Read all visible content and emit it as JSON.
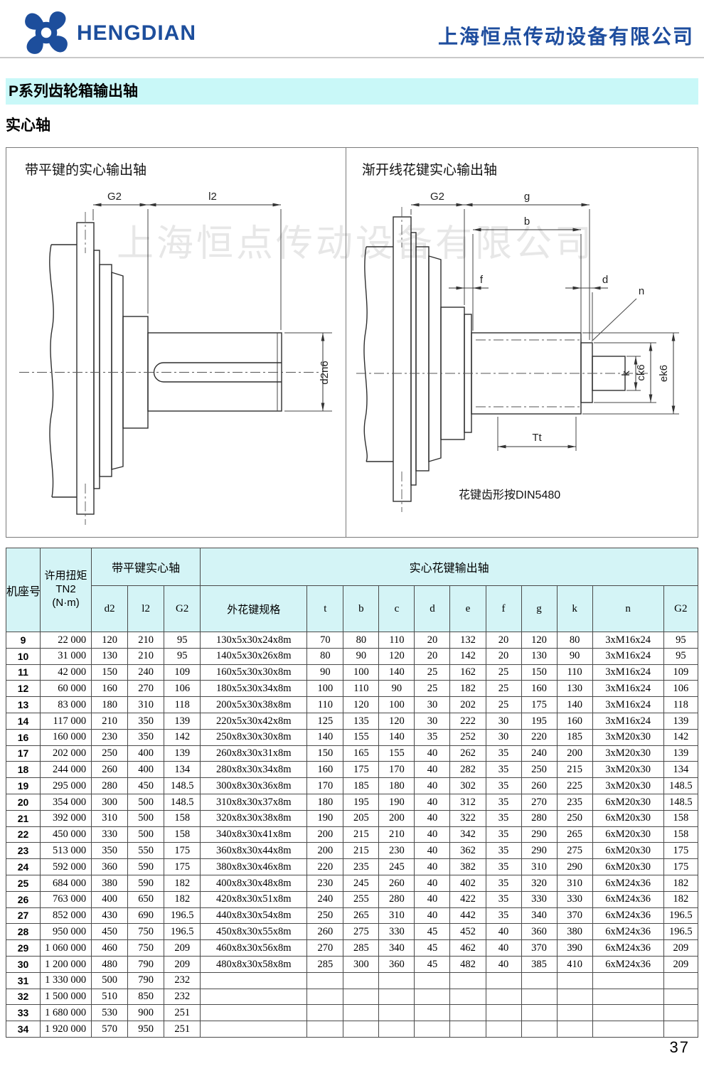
{
  "header": {
    "logo_text": "HENGDIAN",
    "company_name": "上海恒点传动设备有限公司",
    "brand_blue": "#1d4e9c"
  },
  "page": {
    "section_title": "P系列齿轮箱输出轴",
    "subsection_title": "实心轴",
    "watermark": "上海恒点传动设备有限公司",
    "page_number": "37",
    "banner_color": "#c9f8f8",
    "table_header_color": "#d4f4f6"
  },
  "drawings": {
    "left": {
      "title": "带平键的实心输出轴",
      "dims": {
        "g2": "G2",
        "l2": "l2",
        "d2n6": "d2n6"
      }
    },
    "right": {
      "title": "渐开线花键实心输出轴",
      "note": "花键齿形按DIN5480",
      "dims": {
        "g2": "G2",
        "g": "g",
        "b": "b",
        "f": "f",
        "d": "d",
        "n": "n",
        "k": "k",
        "ck6": "ck6",
        "ek6": "ek6",
        "tt": "Tt"
      }
    }
  },
  "table": {
    "headers": {
      "frame": "机座号",
      "torque_line1": "许用扭矩",
      "torque_line2": "TN2",
      "torque_line3": "(N·m)",
      "group_plain": "带平键实心轴",
      "group_spline": "实心花键输出轴",
      "sub": [
        "d2",
        "l2",
        "G2",
        "外花键规格",
        "t",
        "b",
        "c",
        "d",
        "e",
        "f",
        "g",
        "k",
        "n",
        "G2"
      ]
    },
    "rows": [
      [
        "9",
        "22 000",
        "120",
        "210",
        "95",
        "130x5x30x24x8m",
        "70",
        "80",
        "110",
        "20",
        "132",
        "20",
        "120",
        "80",
        "3xM16x24",
        "95"
      ],
      [
        "10",
        "31 000",
        "130",
        "210",
        "95",
        "140x5x30x26x8m",
        "80",
        "90",
        "120",
        "20",
        "142",
        "20",
        "130",
        "90",
        "3xM16x24",
        "95"
      ],
      [
        "11",
        "42 000",
        "150",
        "240",
        "109",
        "160x5x30x30x8m",
        "90",
        "100",
        "140",
        "25",
        "162",
        "25",
        "150",
        "110",
        "3xM16x24",
        "109"
      ],
      [
        "12",
        "60 000",
        "160",
        "270",
        "106",
        "180x5x30x34x8m",
        "100",
        "110",
        "90",
        "25",
        "182",
        "25",
        "160",
        "130",
        "3xM16x24",
        "106"
      ],
      [
        "13",
        "83 000",
        "180",
        "310",
        "118",
        "200x5x30x38x8m",
        "110",
        "120",
        "100",
        "30",
        "202",
        "25",
        "175",
        "140",
        "3xM16x24",
        "118"
      ],
      [
        "14",
        "117 000",
        "210",
        "350",
        "139",
        "220x5x30x42x8m",
        "125",
        "135",
        "120",
        "30",
        "222",
        "30",
        "195",
        "160",
        "3xM16x24",
        "139"
      ],
      [
        "16",
        "160 000",
        "230",
        "350",
        "142",
        "250x8x30x30x8m",
        "140",
        "155",
        "140",
        "35",
        "252",
        "30",
        "220",
        "185",
        "3xM20x30",
        "142"
      ],
      [
        "17",
        "202 000",
        "250",
        "400",
        "139",
        "260x8x30x31x8m",
        "150",
        "165",
        "155",
        "40",
        "262",
        "35",
        "240",
        "200",
        "3xM20x30",
        "139"
      ],
      [
        "18",
        "244 000",
        "260",
        "400",
        "134",
        "280x8x30x34x8m",
        "160",
        "175",
        "170",
        "40",
        "282",
        "35",
        "250",
        "215",
        "3xM20x30",
        "134"
      ],
      [
        "19",
        "295 000",
        "280",
        "450",
        "148.5",
        "300x8x30x36x8m",
        "170",
        "185",
        "180",
        "40",
        "302",
        "35",
        "260",
        "225",
        "3xM20x30",
        "148.5"
      ],
      [
        "20",
        "354 000",
        "300",
        "500",
        "148.5",
        "310x8x30x37x8m",
        "180",
        "195",
        "190",
        "40",
        "312",
        "35",
        "270",
        "235",
        "6xM20x30",
        "148.5"
      ],
      [
        "21",
        "392 000",
        "310",
        "500",
        "158",
        "320x8x30x38x8m",
        "190",
        "205",
        "200",
        "40",
        "322",
        "35",
        "280",
        "250",
        "6xM20x30",
        "158"
      ],
      [
        "22",
        "450 000",
        "330",
        "500",
        "158",
        "340x8x30x41x8m",
        "200",
        "215",
        "210",
        "40",
        "342",
        "35",
        "290",
        "265",
        "6xM20x30",
        "158"
      ],
      [
        "23",
        "513 000",
        "350",
        "550",
        "175",
        "360x8x30x44x8m",
        "200",
        "215",
        "230",
        "40",
        "362",
        "35",
        "290",
        "275",
        "6xM20x30",
        "175"
      ],
      [
        "24",
        "592 000",
        "360",
        "590",
        "175",
        "380x8x30x46x8m",
        "220",
        "235",
        "245",
        "40",
        "382",
        "35",
        "310",
        "290",
        "6xM20x30",
        "175"
      ],
      [
        "25",
        "684 000",
        "380",
        "590",
        "182",
        "400x8x30x48x8m",
        "230",
        "245",
        "260",
        "40",
        "402",
        "35",
        "320",
        "310",
        "6xM24x36",
        "182"
      ],
      [
        "26",
        "763 000",
        "400",
        "650",
        "182",
        "420x8x30x51x8m",
        "240",
        "255",
        "280",
        "40",
        "422",
        "35",
        "330",
        "330",
        "6xM24x36",
        "182"
      ],
      [
        "27",
        "852 000",
        "430",
        "690",
        "196.5",
        "440x8x30x54x8m",
        "250",
        "265",
        "310",
        "40",
        "442",
        "35",
        "340",
        "370",
        "6xM24x36",
        "196.5"
      ],
      [
        "28",
        "950 000",
        "450",
        "750",
        "196.5",
        "450x8x30x55x8m",
        "260",
        "275",
        "330",
        "45",
        "452",
        "40",
        "360",
        "380",
        "6xM24x36",
        "196.5"
      ],
      [
        "29",
        "1 060 000",
        "460",
        "750",
        "209",
        "460x8x30x56x8m",
        "270",
        "285",
        "340",
        "45",
        "462",
        "40",
        "370",
        "390",
        "6xM24x36",
        "209"
      ],
      [
        "30",
        "1 200 000",
        "480",
        "790",
        "209",
        "480x8x30x58x8m",
        "285",
        "300",
        "360",
        "45",
        "482",
        "40",
        "385",
        "410",
        "6xM24x36",
        "209"
      ],
      [
        "31",
        "1 330 000",
        "500",
        "790",
        "232",
        "",
        "",
        "",
        "",
        "",
        "",
        "",
        "",
        "",
        "",
        ""
      ],
      [
        "32",
        "1 500 000",
        "510",
        "850",
        "232",
        "",
        "",
        "",
        "",
        "",
        "",
        "",
        "",
        "",
        "",
        ""
      ],
      [
        "33",
        "1 680 000",
        "530",
        "900",
        "251",
        "",
        "",
        "",
        "",
        "",
        "",
        "",
        "",
        "",
        "",
        ""
      ],
      [
        "34",
        "1 920 000",
        "570",
        "950",
        "251",
        "",
        "",
        "",
        "",
        "",
        "",
        "",
        "",
        "",
        "",
        ""
      ]
    ]
  }
}
